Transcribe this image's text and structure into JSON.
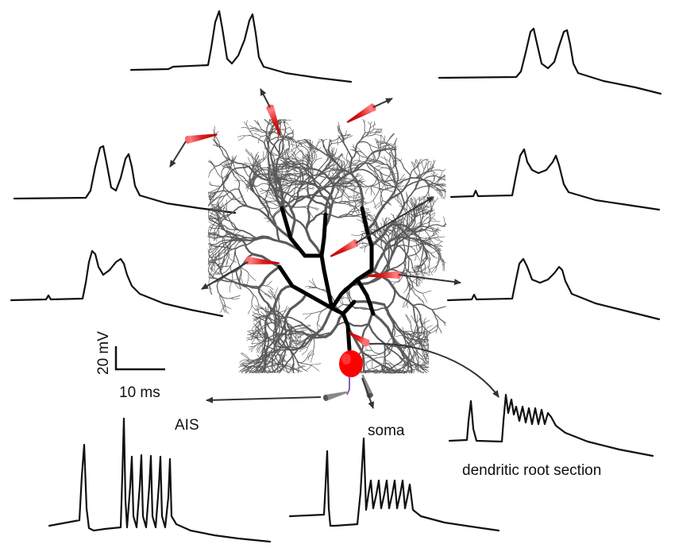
{
  "labels": {
    "ais": "AIS",
    "soma": "soma",
    "dendritic_root": "dendritic root section",
    "scale_voltage": "20 mV",
    "scale_time": "10 ms"
  },
  "colors": {
    "trace": "#111111",
    "dendrite": "#5a5a5a",
    "trunk": "#000000",
    "electrode": "#e02020",
    "soma": "#ff0000",
    "arrow": "#333333"
  },
  "recording_sites": [
    {
      "id": "top-left"
    },
    {
      "id": "top-right"
    },
    {
      "id": "mid-left"
    },
    {
      "id": "mid-right"
    },
    {
      "id": "low-left"
    },
    {
      "id": "low-right"
    },
    {
      "id": "ais"
    },
    {
      "id": "soma"
    },
    {
      "id": "dendritic-root"
    }
  ]
}
